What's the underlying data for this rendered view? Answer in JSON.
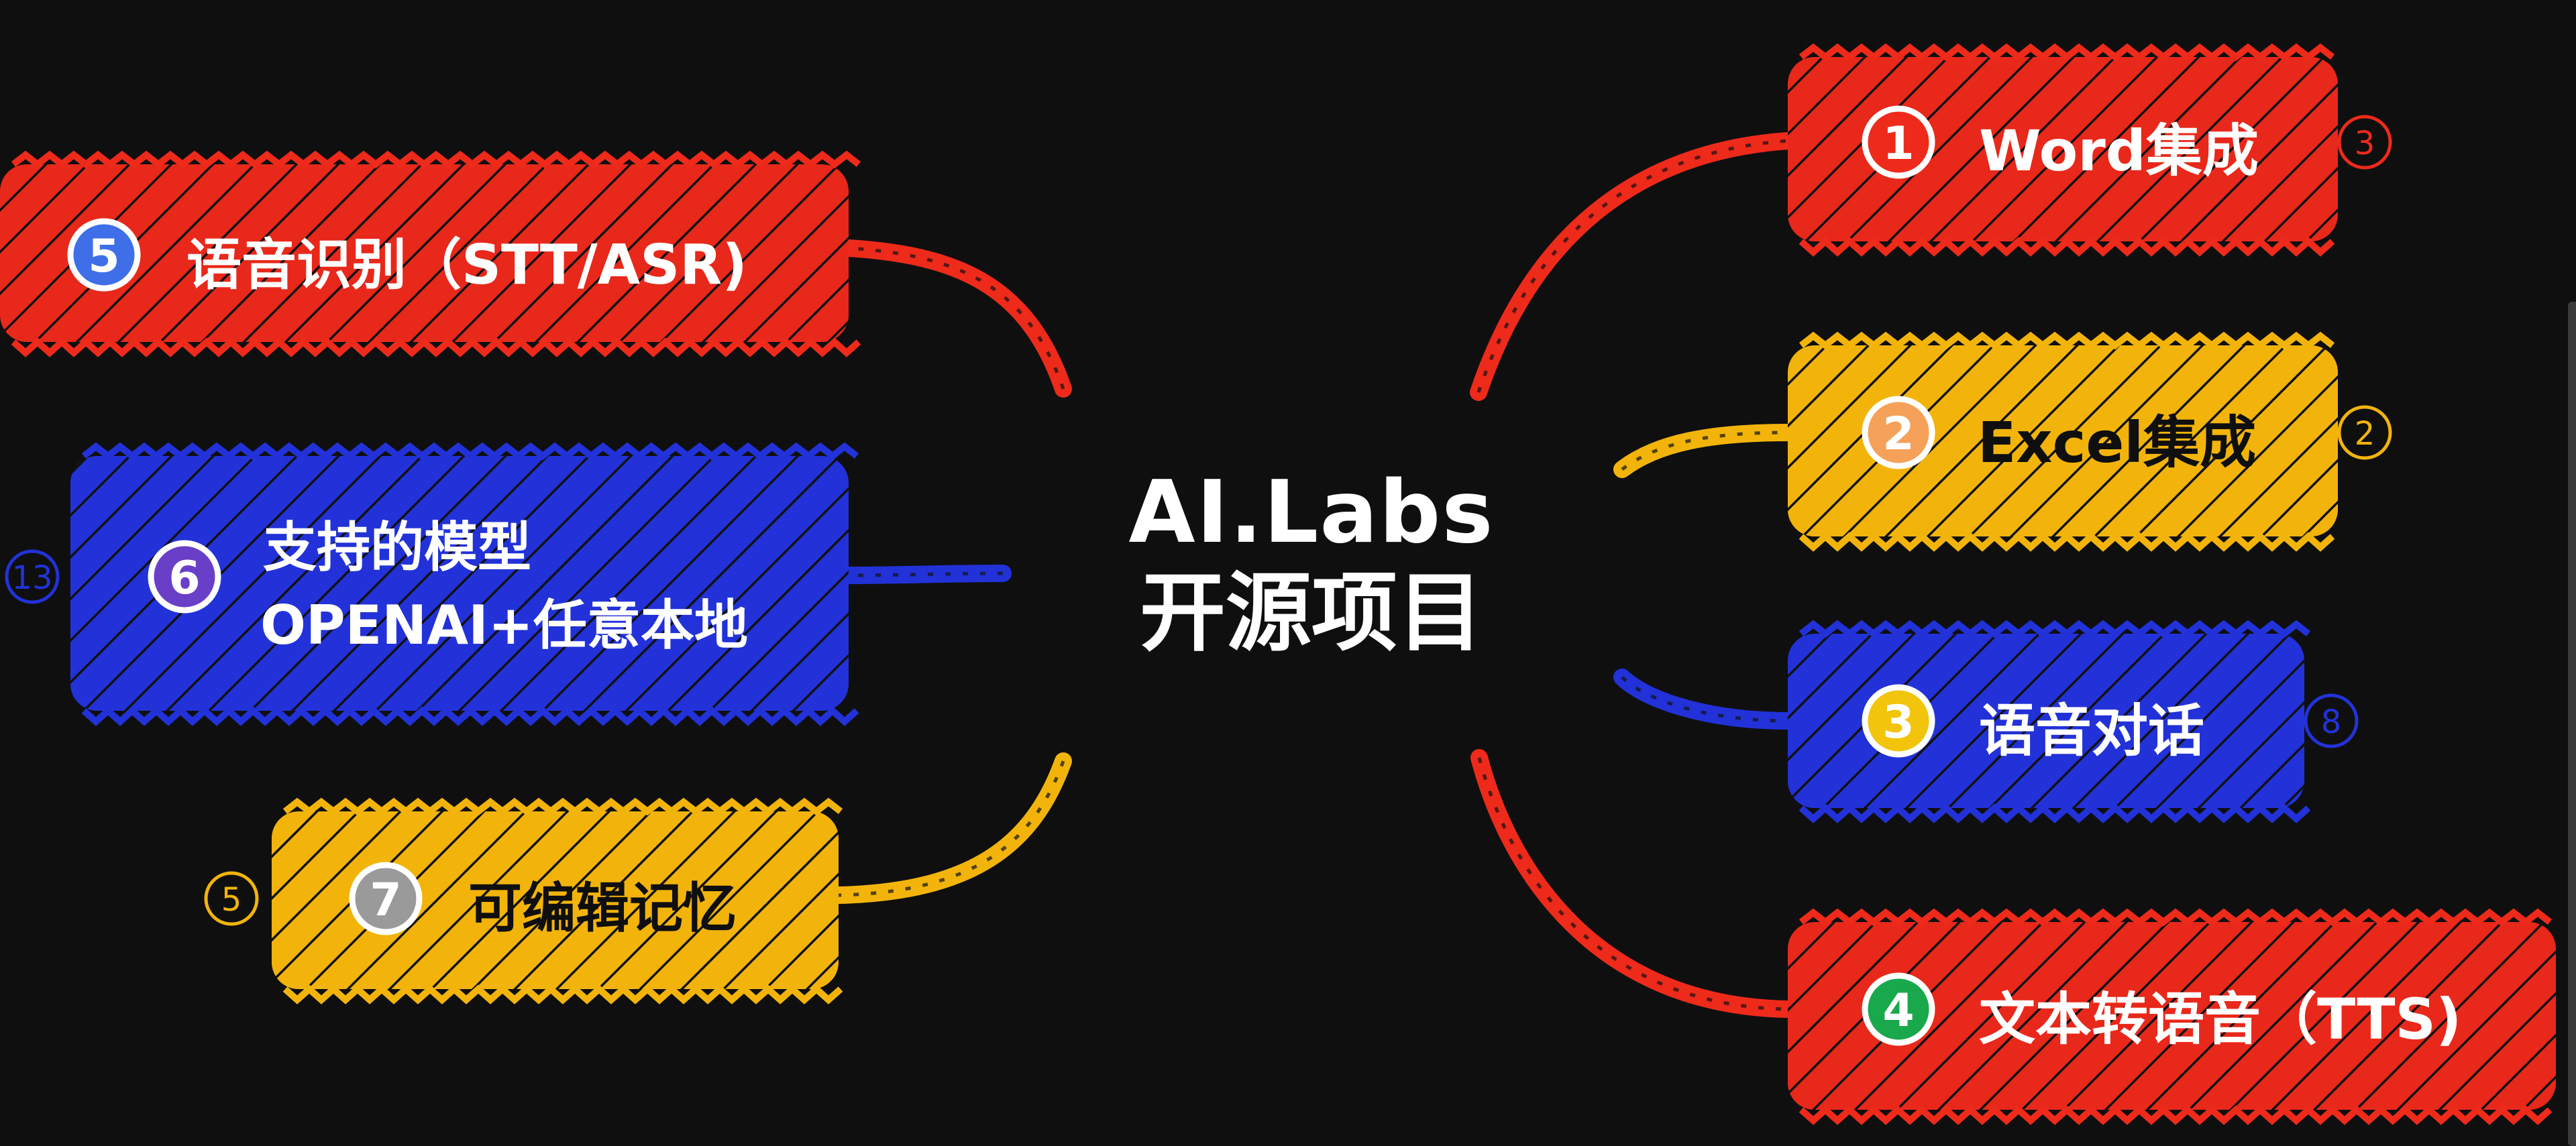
{
  "center": {
    "line1": "AI.Labs",
    "line2": "开源项目"
  },
  "nodes": [
    {
      "id": "word",
      "badge": "1",
      "label": "Word集成",
      "count": "3",
      "color": "#ee2a1b",
      "badge_color": "#ee2a1b"
    },
    {
      "id": "excel",
      "badge": "2",
      "label": "Excel集成",
      "count": "2",
      "color": "#f2b40b",
      "badge_color": "#f5a15a"
    },
    {
      "id": "dialog",
      "badge": "3",
      "label": "语音对话",
      "count": "8",
      "color": "#2232d8",
      "badge_color": "#f2c40b"
    },
    {
      "id": "tts",
      "badge": "4",
      "label": "文本转语音（TTS)",
      "count": "",
      "color": "#ee2a1b",
      "badge_color": "#1aa84c"
    },
    {
      "id": "stt",
      "badge": "5",
      "label": "语音识别（STT/ASR)",
      "count": "",
      "color": "#ee2a1b",
      "badge_color": "#3e6fe8"
    },
    {
      "id": "models",
      "badge": "6",
      "label": "支持的模型",
      "label2": "OPENAI+任意本地",
      "count": "13",
      "color": "#2232d8",
      "badge_color": "#6a3fc7"
    },
    {
      "id": "memory",
      "badge": "7",
      "label": "可编辑记忆",
      "count": "5",
      "color": "#f2b40b",
      "badge_color": "#9a9a9a"
    }
  ]
}
